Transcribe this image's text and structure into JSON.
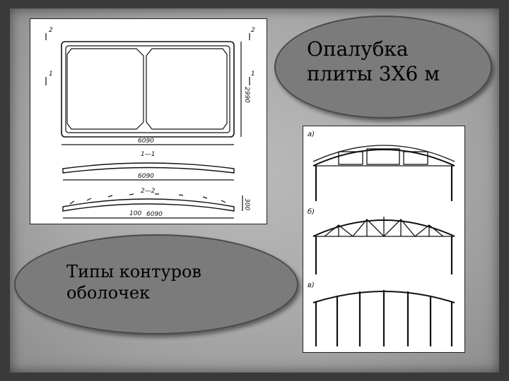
{
  "captions": {
    "slab_title": [
      "Опалубка",
      "плиты 3Х6 м"
    ],
    "shell_title": [
      "Типы контуров",
      "оболочек"
    ]
  },
  "slab_drawing": {
    "plan_width": "6090",
    "plan_height": "2990",
    "section_marks": [
      "2",
      "2",
      "1",
      "1"
    ],
    "section_1_label": "1—1",
    "section_1_width": "6090",
    "section_2_label": "2—2",
    "section_2_inner": "100",
    "section_2_width": "6090",
    "section_2_height": "300"
  },
  "shell_types": {
    "labels": [
      "а)",
      "б)",
      "в)"
    ]
  }
}
